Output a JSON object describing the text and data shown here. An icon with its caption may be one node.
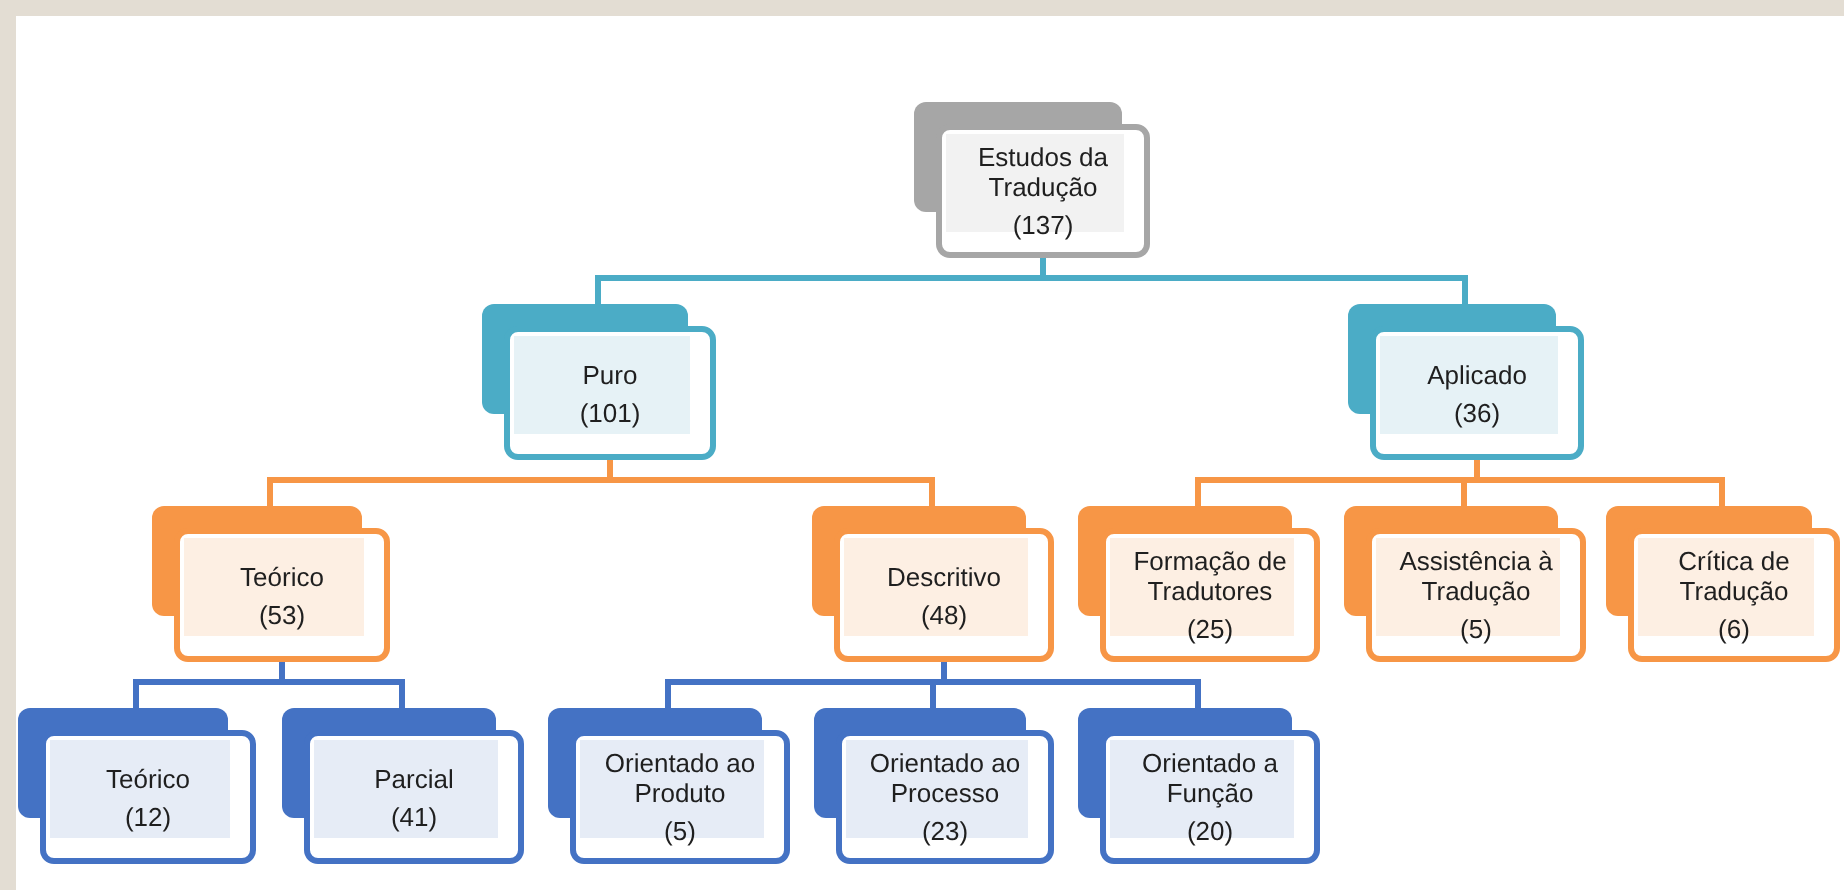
{
  "diagram": {
    "nodes": [
      {
        "text": [
          "Estudos da Tradução",
          "(137)"
        ]
      },
      {
        "text": [
          "Puro",
          "(101)"
        ]
      },
      {
        "text": [
          "Aplicado",
          "(36)"
        ]
      },
      {
        "text": [
          "Teórico",
          "(53)"
        ]
      },
      {
        "text": [
          "Descritivo",
          "(48)"
        ]
      },
      {
        "text": [
          "Formação de Tradutores",
          "(25)"
        ]
      },
      {
        "text": [
          "Assistência à Tradução",
          "(5)"
        ]
      },
      {
        "text": [
          "Crítica de Tradução",
          "(6)"
        ]
      },
      {
        "text": [
          "Teórico",
          "(12)"
        ]
      },
      {
        "text": [
          "Parcial",
          "(41)"
        ]
      },
      {
        "text": [
          "Orientado ao Produto",
          "(5)"
        ]
      },
      {
        "text": [
          "Orientado ao Processo",
          "(23)"
        ]
      },
      {
        "text": [
          "Orientado a Função",
          "(20)"
        ]
      }
    ],
    "edges": [
      {
        "from": 0,
        "to": 1,
        "arrow": "none",
        "color": "#4bacc6"
      },
      {
        "from": 0,
        "to": 2,
        "arrow": "none",
        "color": "#4bacc6"
      },
      {
        "from": 1,
        "to": 3,
        "arrow": "none",
        "color": "#f79646"
      },
      {
        "from": 1,
        "to": 4,
        "arrow": "none",
        "color": "#f79646"
      },
      {
        "from": 2,
        "to": 5,
        "arrow": "none",
        "color": "#f79646"
      },
      {
        "from": 2,
        "to": 6,
        "arrow": "none",
        "color": "#f79646"
      },
      {
        "from": 2,
        "to": 7,
        "arrow": "none",
        "color": "#f79646"
      },
      {
        "from": 3,
        "to": 8,
        "arrow": "none",
        "color": "#4472c4"
      },
      {
        "from": 3,
        "to": 9,
        "arrow": "none",
        "color": "#4472c4"
      },
      {
        "from": 4,
        "to": 10,
        "arrow": "none",
        "color": "#4472c4"
      },
      {
        "from": 4,
        "to": 11,
        "arrow": "none",
        "color": "#4472c4"
      },
      {
        "from": 4,
        "to": 12,
        "arrow": "none",
        "color": "#4472c4"
      }
    ]
  }
}
